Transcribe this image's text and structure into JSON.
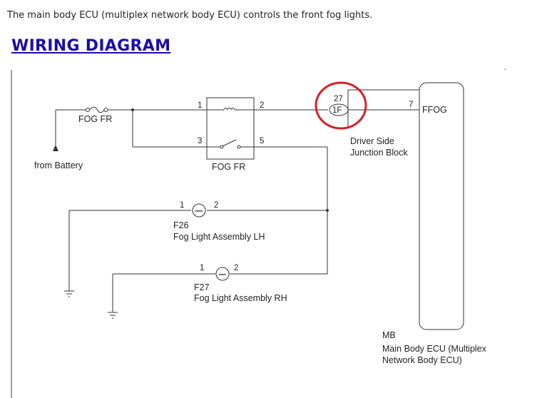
{
  "intro": "The main body ECU (multiplex network body ECU) controls the front fog lights.",
  "heading": "WIRING DIAGRAM",
  "diagram": {
    "fuse": {
      "label": "FOG FR"
    },
    "battery": {
      "label": "from Battery"
    },
    "relay": {
      "label": "FOG FR",
      "pins": {
        "coil_in": "1",
        "coil_out": "2",
        "switch_in": "3",
        "switch_out": "5"
      }
    },
    "connector": {
      "pin": "27",
      "id": "1F"
    },
    "junction_block": {
      "label_line1": "Driver Side",
      "label_line2": "Junction Block"
    },
    "ecu": {
      "pin": "7",
      "terminal": "FFOG",
      "code": "MB",
      "name_line1": "Main Body ECU (Multiplex",
      "name_line2": "Network Body ECU)"
    },
    "fog_lh": {
      "code": "F26",
      "name": "Fog Light Assembly LH",
      "pin1": "1",
      "pin2": "2"
    },
    "fog_rh": {
      "code": "F27",
      "name": "Fog Light Assembly RH",
      "pin1": "1",
      "pin2": "2"
    },
    "highlight_color": "#d42027"
  }
}
